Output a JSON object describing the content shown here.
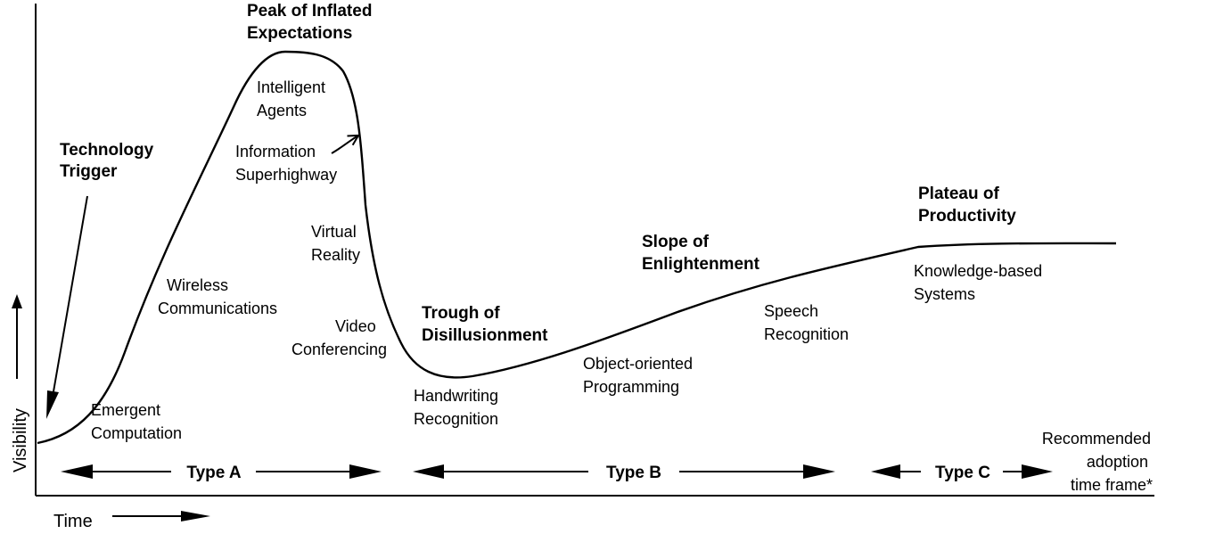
{
  "phases": {
    "trigger": [
      "Technology",
      "Trigger"
    ],
    "peak": [
      "Peak of Inflated",
      "Expectations"
    ],
    "trough": [
      "Trough of",
      "Disillusionment"
    ],
    "slope": [
      "Slope of",
      "Enlightenment"
    ],
    "plateau": [
      "Plateau of",
      "Productivity"
    ]
  },
  "technologies": {
    "emergent": [
      "Emergent",
      "Computation"
    ],
    "wireless": [
      "Wireless",
      "Communications"
    ],
    "agents": [
      "Intelligent",
      "Agents"
    ],
    "superhighway": [
      "Information",
      "Superhighway"
    ],
    "vr": [
      "Virtual",
      "Reality"
    ],
    "video": [
      "Video",
      "Conferencing"
    ],
    "handwriting": [
      "Handwriting",
      "Recognition"
    ],
    "oop": [
      "Object-oriented",
      "Programming"
    ],
    "speech": [
      "Speech",
      "Recognition"
    ],
    "knowledge": [
      "Knowledge-based",
      "Systems"
    ]
  },
  "types": {
    "a": "Type A",
    "b": "Type B",
    "c": "Type C"
  },
  "axes": {
    "y": "Visibility",
    "x": "Time"
  },
  "note": [
    "Recommended",
    "adoption",
    "time frame*"
  ],
  "colors": {
    "ink": "#000000",
    "background": "#ffffff"
  }
}
